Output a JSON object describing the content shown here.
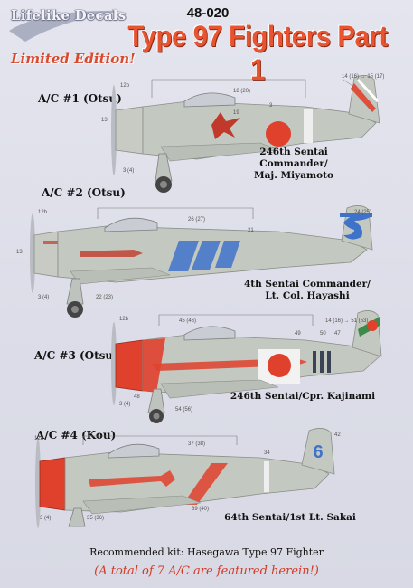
{
  "brand": {
    "name": "Lifelike Decals",
    "edition": "Limited Edition!"
  },
  "sheet": {
    "code": "48-020",
    "title": "Type 97 Fighters Part 1"
  },
  "aircraft": [
    {
      "label": "A/C #1 (Otsu)",
      "caption_line1": "246th Sentai Commander/",
      "caption_line2": "Maj. Miyamoto",
      "markings": [
        "12b",
        "14 (16) → 15 (17)",
        "18 (20)",
        "19",
        "3",
        "13",
        "3 (4)"
      ]
    },
    {
      "label": "A/C #2 (Otsu)",
      "caption_line1": "4th Sentai Commander/",
      "caption_line2": "Lt. Col. Hayashi",
      "markings": [
        "12b",
        "26 (27)",
        "24 (25)",
        "21",
        "13",
        "3 (4)",
        "22 (23)"
      ]
    },
    {
      "label": "A/C #3 (Otsu)",
      "caption_line1": "246th Sentai/Cpr. Kajinami",
      "caption_line2": "",
      "markings": [
        "12b",
        "45 (46)",
        "14 (16) → 51 (53)",
        "49",
        "50",
        "47",
        "48",
        "3 (4)",
        "54 (56)"
      ]
    },
    {
      "label": "A/C #4 (Kou)",
      "caption_line1": "64th Sentai/1st Lt. Sakai",
      "caption_line2": "",
      "markings": [
        "12a",
        "37 (38)",
        "42",
        "34",
        "3 (4)",
        "35 (36)",
        "39 (40)"
      ]
    }
  ],
  "ac4_tail_number": "6",
  "footer": {
    "kit": "Recommended kit: Hasegawa  Type 97 Fighter",
    "total": "(A total of 7 A/C are featured herein!)"
  },
  "colors": {
    "background": "#dfe0ea",
    "title": "#e8542f",
    "hinomaru": "#e0412d",
    "aircraft": "#c3c8c0",
    "blue": "#3f73c9"
  }
}
